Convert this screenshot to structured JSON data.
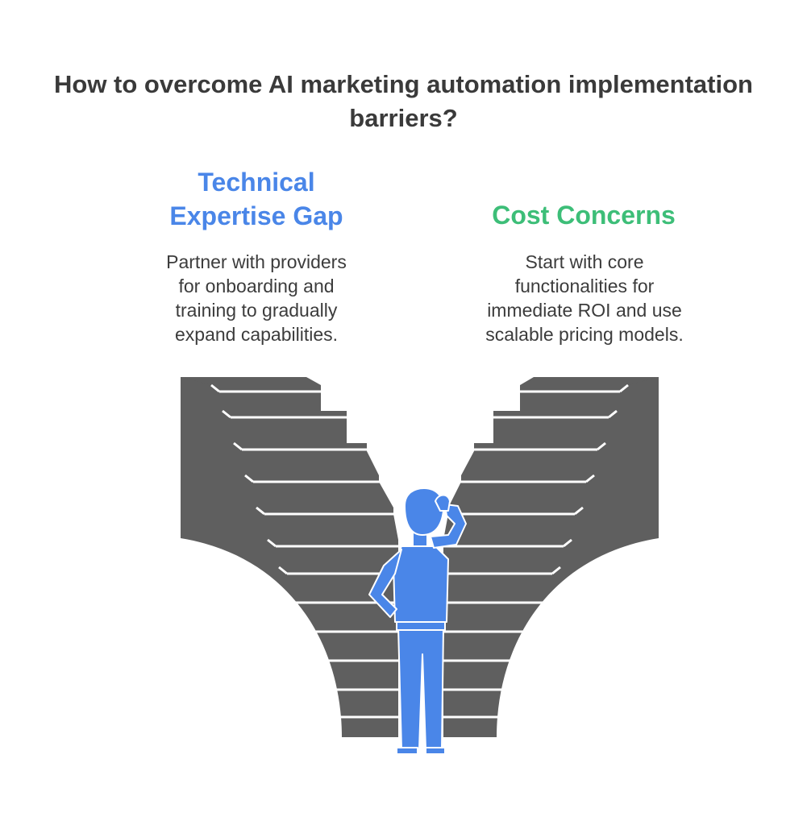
{
  "title": "How to overcome AI marketing automation implementation barriers?",
  "colors": {
    "stairs": "#5f5f5f",
    "step_edge": "#ffffff",
    "person": "#4a86e8",
    "person_outline": "#ffffff",
    "left_heading": "#4a86e8",
    "right_heading": "#3dbe78",
    "text": "#3c3c3c"
  },
  "options": [
    {
      "heading_line1": "Technical",
      "heading_line2": "Expertise Gap",
      "desc_lines": [
        "Partner with providers",
        "for onboarding and",
        "training to gradually",
        "expand capabilities."
      ]
    },
    {
      "heading_line1": "Cost Concerns",
      "desc_lines": [
        "Start with core",
        "functionalities for",
        "immediate ROI and use",
        "scalable pricing models."
      ]
    }
  ],
  "illustration": {
    "left_staircase_icon": "staircase-icon",
    "right_staircase_icon": "staircase-icon",
    "person_icon": "thinking-person-icon"
  }
}
